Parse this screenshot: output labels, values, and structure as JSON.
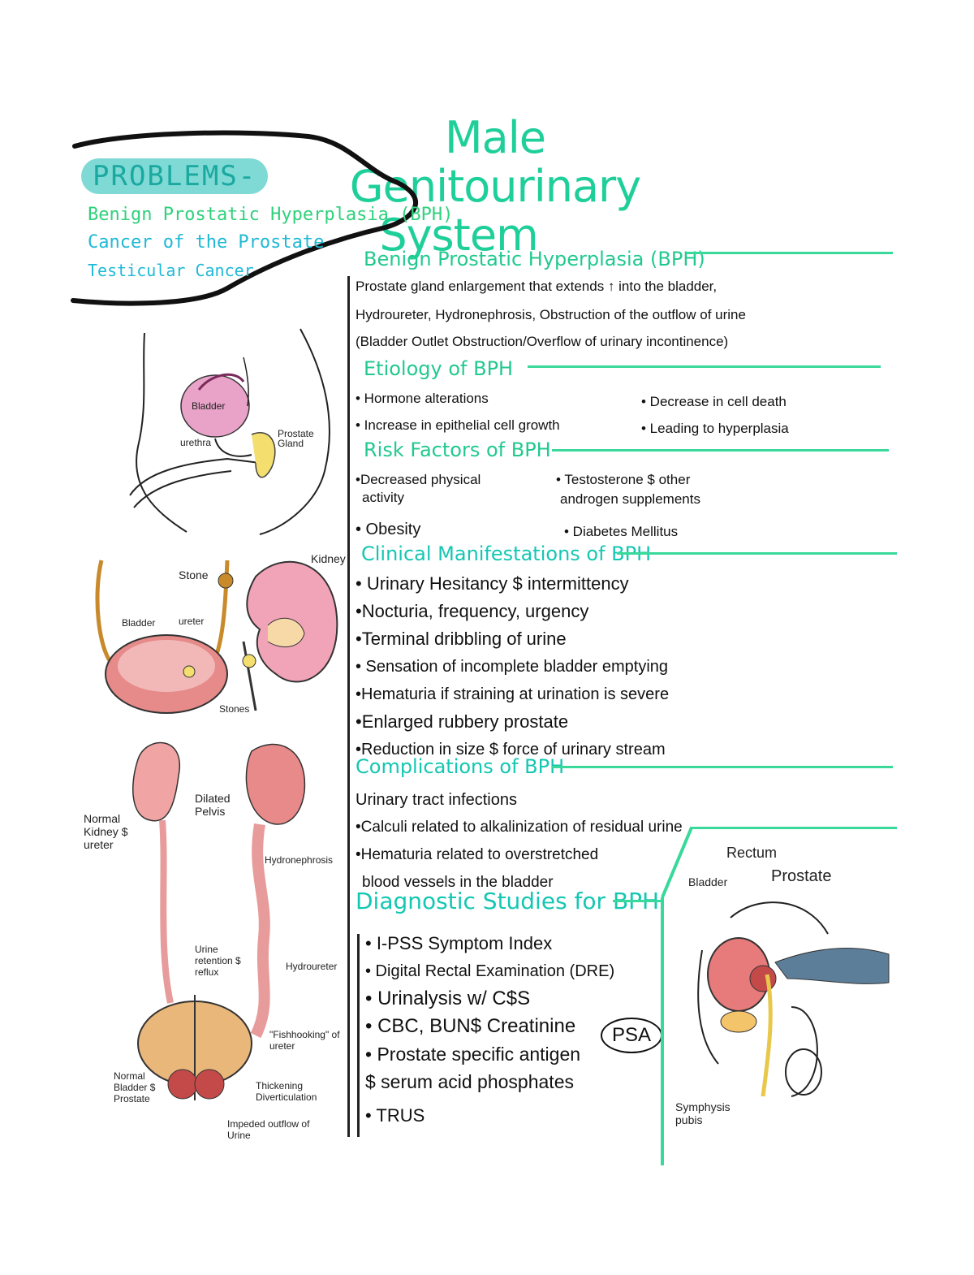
{
  "title": {
    "line1": "Male Genitourinary",
    "line2": "System"
  },
  "problems": {
    "label": "PROBLEMS-",
    "items": [
      {
        "text": "Benign Prostatic Hyperplasia (BPH)",
        "color": "#2fd17c"
      },
      {
        "text": "Cancer of the Prostate",
        "color": "#1fb9d6"
      },
      {
        "text": "Testicular Cancer",
        "color": "#1fb9d6"
      }
    ]
  },
  "sections": {
    "bph": {
      "heading": "Benign Prostatic Hyperplasia (BPH)",
      "lines": [
        "Prostate gland enlargement that extends ↑ into the bladder,",
        "Hydroureter, Hydronephrosis, Obstruction of the outflow of urine",
        "(Bladder Outlet Obstruction/Overflow of urinary incontinence)"
      ]
    },
    "etiology": {
      "heading": "Etiology of BPH",
      "left": [
        "• Hormone alterations",
        "• Increase in epithelial cell growth"
      ],
      "right": [
        "• Decrease in cell death",
        "• Leading to hyperplasia"
      ]
    },
    "risk": {
      "heading": "Risk Factors of BPH",
      "left1": "•Decreased physical",
      "left1b": "activity",
      "right1": "• Testosterone $ other",
      "right1b": "androgen supplements",
      "left2": "• Obesity",
      "right2": "• Diabetes Mellitus"
    },
    "clinical": {
      "heading": "Clinical Manifestations of BPH",
      "items": [
        "• Urinary Hesitancy $ intermittency",
        "•Nocturia, frequency, urgency",
        "•Terminal dribbling of urine",
        "• Sensation of incomplete bladder emptying",
        "•Hematuria if straining at urination is severe",
        "•Enlarged rubbery prostate",
        "•Reduction in size $ force of urinary stream"
      ]
    },
    "complications": {
      "heading": "Complications of BPH",
      "items": [
        "Urinary tract infections",
        "•Calculi related to alkalinization of residual urine",
        "•Hematuria related to overstretched",
        "blood vessels in the bladder"
      ]
    },
    "diagnostic": {
      "heading": "Diagnostic Studies for BPH",
      "items": [
        "• I-PSS Symptom Index",
        "• Digital Rectal Examination (DRE)",
        "• Urinalysis w/ C$S",
        "• CBC, BUN$ Creatinine",
        "• Prostate specific antigen",
        "$ serum acid phosphates",
        "• TRUS"
      ],
      "psa_badge": "PSA"
    }
  },
  "diagrams": {
    "d1": {
      "bladder": "Bladder",
      "urethra": "urethra",
      "prostate": "Prostate Gland"
    },
    "d2": {
      "kidney": "Kidney",
      "stone": "Stone",
      "bladder": "Bladder",
      "ureter": "ureter",
      "stones": "Stones"
    },
    "d3": {
      "dilated": "Dilated Pelvis",
      "normal_kidney": "Normal Kidney $ ureter",
      "hydronephrosis": "Hydronephrosis",
      "retention": "Urine retention $ reflux",
      "hydroureter": "Hydroureter",
      "fishhooking": "\"Fishhooking\" of ureter",
      "normal_bladder": "Normal Bladder $ Prostate",
      "thickening": "Thickening Diverticulation",
      "impeded": "Impeded outflow of Urine"
    },
    "d4": {
      "rectum": "Rectum",
      "bladder": "Bladder",
      "prostate": "Prostate",
      "symphysis": "Symphysis pubis"
    }
  }
}
